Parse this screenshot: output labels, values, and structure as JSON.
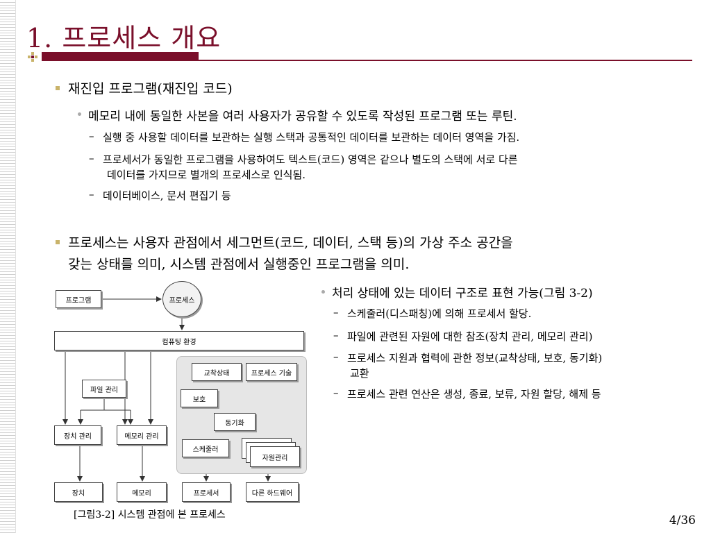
{
  "slide": {
    "title": "1. 프로세스 개요",
    "page": "4/36"
  },
  "content": {
    "b1": "재진입 프로그램(재진입 코드)",
    "b1_1": "메모리 내에 동일한 사본을 여러 사용자가 공유할 수 있도록 작성된 프로그램 또는 루틴.",
    "b1_1_a": "실행 중 사용할 데이터를 보관하는 실행 스택과 공통적인 데이터를 보관하는 데이터 영역을 가짐.",
    "b1_1_b1": "프로세서가 동일한 프로그램을 사용하여도 텍스트(코드) 영역은 같으나 별도의 스택에 서로 다른",
    "b1_1_b2": "데이터를 가지므로 별개의 프로세스로 인식됨.",
    "b1_1_c": "데이터베이스, 문서 편집기 등",
    "b2_l1": "프로세스는 사용자 관점에서 세그먼트(코드, 데이터, 스택 등)의 가상 주소 공간을",
    "b2_l2": "갖는 상태를 의미, 시스템 관점에서 실행중인 프로그램을 의미.",
    "b2_1": "처리 상태에 있는 데이터 구조로 표현 가능(그림 3-2)",
    "b2_1_a": "스케줄러(디스패칭)에 의해 프로세서 할당.",
    "b2_1_b": "파일에 관련된 자원에 대한 참조(장치 관리, 메모리 관리)",
    "b2_1_c1": "프로세스 지원과 협력에 관한 정보(교착상태, 보호, 동기화)",
    "b2_1_c2": "교환",
    "b2_1_d": "프로세스 관련 연산은 생성, 종료, 보류, 자원 할당, 해제 등",
    "dash": "–"
  },
  "diagram": {
    "program": "프로그램",
    "process": "프로세스",
    "computing_env": "컴퓨팅 환경",
    "file_mgmt": "파일 관리",
    "device_mgmt": "장치 관리",
    "memory_mgmt": "메모리 관리",
    "device": "장치",
    "memory": "메모리",
    "deadlock": "교착상태",
    "process_desc": "프로세스 기술",
    "protection": "보호",
    "sync": "동기화",
    "scheduler": "스케줄러",
    "resource_mgmt": "자원관리",
    "processor": "프로세서",
    "other_hw": "다른 하드웨어",
    "caption": "[그림3-2] 시스템 관점에 본 프로세스"
  },
  "colors": {
    "title": "#7a0f2a",
    "bullet": "#c9b36a"
  }
}
